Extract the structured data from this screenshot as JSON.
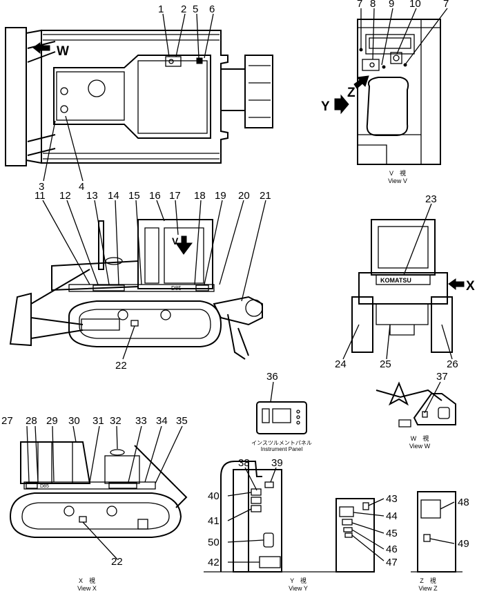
{
  "callouts": [
    "1",
    "2",
    "3",
    "4",
    "5",
    "6",
    "7",
    "8",
    "9",
    "10",
    "11",
    "12",
    "13",
    "14",
    "15",
    "16",
    "17",
    "18",
    "19",
    "20",
    "21",
    "22",
    "23",
    "24",
    "25",
    "26",
    "27",
    "28",
    "29",
    "30",
    "31",
    "32",
    "33",
    "34",
    "35",
    "36",
    "37",
    "38",
    "39",
    "40",
    "41",
    "42",
    "43",
    "44",
    "45",
    "46",
    "47",
    "48",
    "49",
    "50"
  ],
  "view_letters": {
    "w": "W",
    "v": "V",
    "x": "X",
    "y": "Y",
    "z": "Z"
  },
  "view_captions": {
    "v": {
      "jp": "V　視",
      "en": "View  V"
    },
    "w": {
      "jp": "W　視",
      "en": "View  W"
    },
    "x": {
      "jp": "X　視",
      "en": "View  X"
    },
    "y": {
      "jp": "Y　視",
      "en": "View  Y"
    },
    "z": {
      "jp": "Z　視",
      "en": "View  Z"
    }
  },
  "instrument_panel": {
    "jp": "インスツルメントパネル",
    "en": "Instrument  Panel"
  },
  "decal_text": {
    "komatsu": "KOMATSU",
    "model_small": "D85"
  }
}
